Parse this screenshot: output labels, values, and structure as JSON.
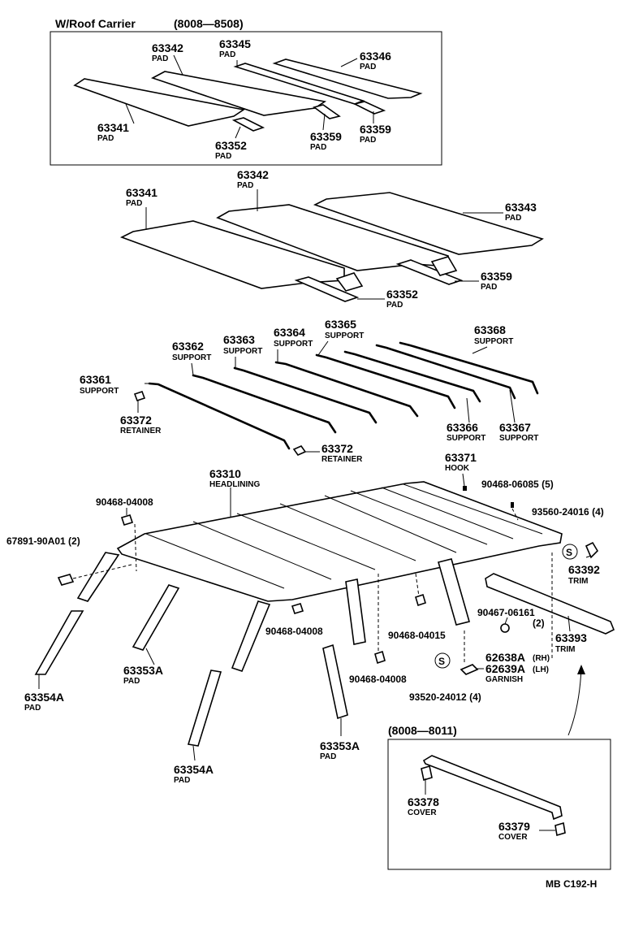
{
  "inset_roof_carrier": {
    "header_title": "W/Roof Carrier",
    "header_range": "(8008—8508)",
    "labels": [
      {
        "num": "63342",
        "name": "PAD"
      },
      {
        "num": "63345",
        "name": "PAD"
      },
      {
        "num": "63346",
        "name": "PAD"
      },
      {
        "num": "63341",
        "name": "PAD"
      },
      {
        "num": "63352",
        "name": "PAD"
      },
      {
        "num": "63359",
        "name": "PAD"
      },
      {
        "num": "63359",
        "name": "PAD"
      }
    ]
  },
  "pads": [
    {
      "num": "63342",
      "name": "PAD"
    },
    {
      "num": "63341",
      "name": "PAD"
    },
    {
      "num": "63343",
      "name": "PAD"
    },
    {
      "num": "63359",
      "name": "PAD"
    },
    {
      "num": "63352",
      "name": "PAD"
    }
  ],
  "supports": [
    {
      "num": "63362",
      "name": "SUPPORT"
    },
    {
      "num": "63363",
      "name": "SUPPORT"
    },
    {
      "num": "63364",
      "name": "SUPPORT"
    },
    {
      "num": "63365",
      "name": "SUPPORT"
    },
    {
      "num": "63368",
      "name": "SUPPORT"
    },
    {
      "num": "63361",
      "name": "SUPPORT"
    },
    {
      "num": "63372",
      "name": "RETAINER"
    },
    {
      "num": "63372",
      "name": "RETAINER"
    },
    {
      "num": "63366",
      "name": "SUPPORT"
    },
    {
      "num": "63367",
      "name": "SUPPORT"
    }
  ],
  "headlining": [
    {
      "num": "63310",
      "name": "HEADLINING"
    },
    {
      "num": "63371",
      "name": "HOOK"
    },
    {
      "num": "90468-06085 (5)",
      "name": ""
    },
    {
      "num": "90468-04008",
      "name": ""
    },
    {
      "num": "93560-24016 (4)",
      "name": ""
    },
    {
      "num": "67891-90A01 (2)",
      "name": ""
    },
    {
      "num": "63392",
      "name": "TRIM"
    },
    {
      "num": "90468-04008",
      "name": ""
    },
    {
      "num": "90468-04015",
      "name": ""
    },
    {
      "num": "90467-06161",
      "name": "(2)"
    },
    {
      "num": "63393",
      "name": "TRIM"
    },
    {
      "num": "62638A",
      "name": "(RH)"
    },
    {
      "num": "62639A",
      "name": "(LH)"
    },
    {
      "num": "GARNISH",
      "name": ""
    },
    {
      "num": "90468-04008",
      "name": ""
    },
    {
      "num": "93520-24012 (4)",
      "name": ""
    },
    {
      "num": "63353A",
      "name": "PAD"
    },
    {
      "num": "63354A",
      "name": "PAD"
    },
    {
      "num": "63354A",
      "name": "PAD"
    },
    {
      "num": "63353A",
      "name": "PAD"
    }
  ],
  "inset_range": {
    "header": "(8008—8011)",
    "labels": [
      {
        "num": "63378",
        "name": "COVER"
      },
      {
        "num": "63379",
        "name": "COVER"
      }
    ]
  },
  "footer_code": "MB  C192-H",
  "symbols": {
    "s_mark": "S"
  }
}
